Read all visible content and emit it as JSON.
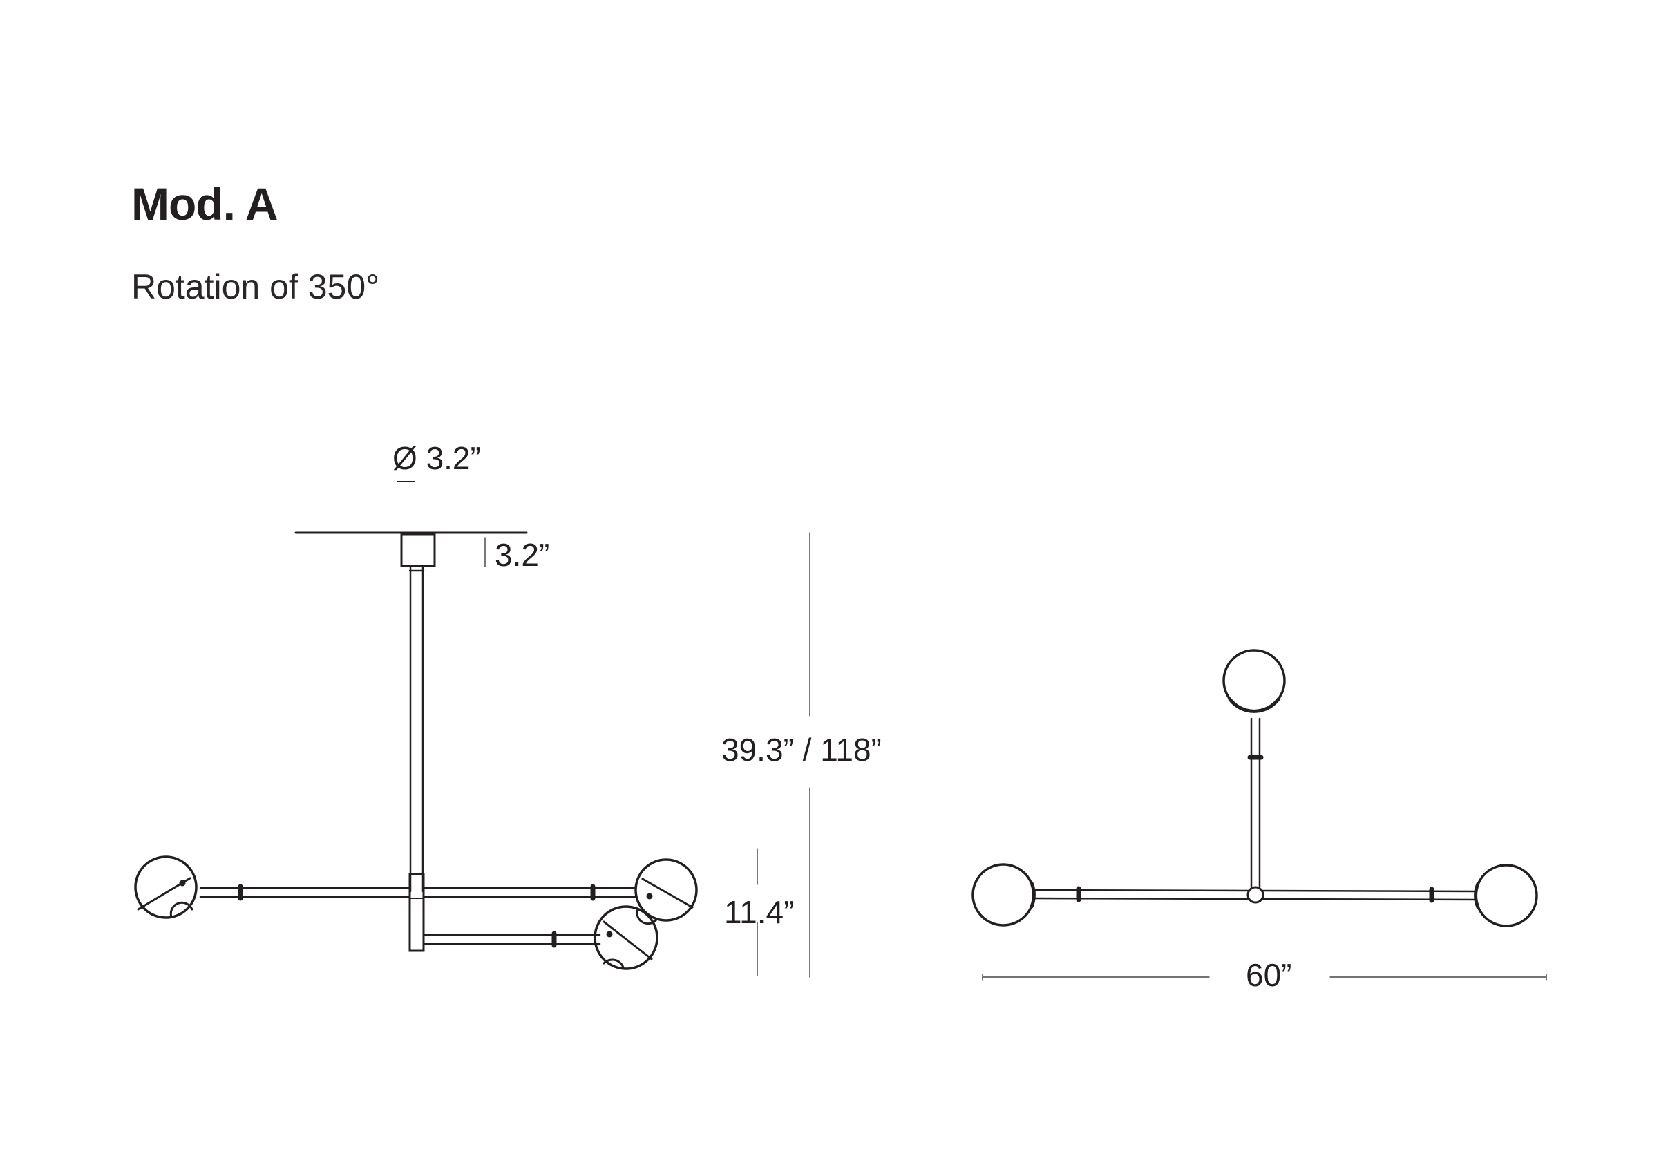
{
  "title": "Mod. A",
  "subtitle": "Rotation of 350°",
  "dimensions": {
    "canopy_diameter_symbol": "Ø",
    "canopy_diameter_value": "3.2”",
    "canopy_height": "3.2”",
    "overall_height": "39.3” / 118”",
    "arm_drop": "11.4”",
    "overall_width": "60”"
  },
  "colors": {
    "line": "#231f20",
    "background": "#ffffff"
  }
}
